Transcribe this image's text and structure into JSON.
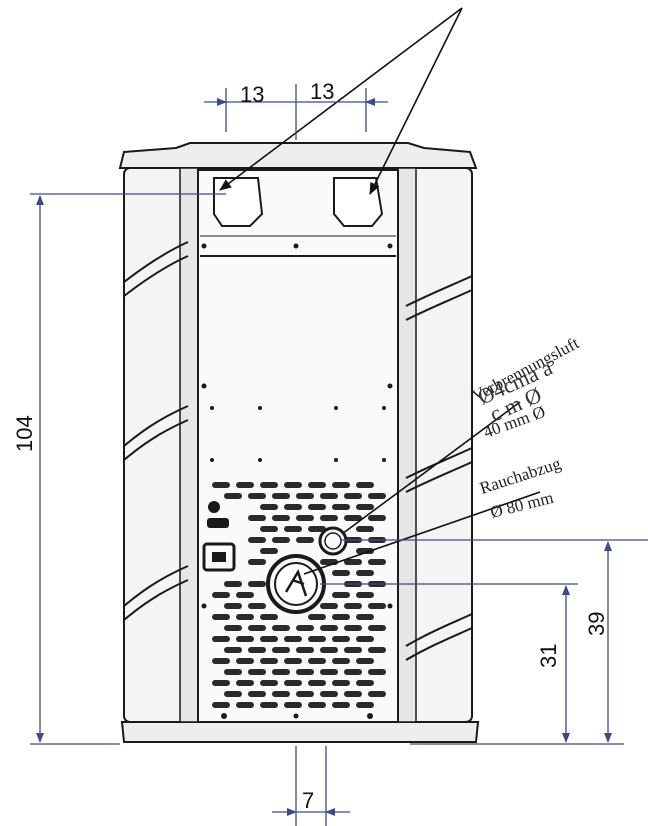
{
  "diagram": {
    "dimensions": {
      "top_left_offset": "13",
      "top_right_offset": "13",
      "total_height": "104",
      "exhaust_height": "39",
      "air_inlet_height": "31",
      "bottom_offset": "7"
    },
    "labels": {
      "combustion_air": "Verbrennungsluft",
      "combustion_air_size": "40 mm Ø",
      "flue_outlet": "Rauchabzug",
      "flue_outlet_size": "Ø 80 mm",
      "overprint_line_1": "Ø4cma a",
      "overprint_line_2": "c m Ø"
    },
    "colors": {
      "dimension_line": "#3a4a8c",
      "outline": "#1a1a1a",
      "body_fill": "#f4f4f4"
    }
  }
}
